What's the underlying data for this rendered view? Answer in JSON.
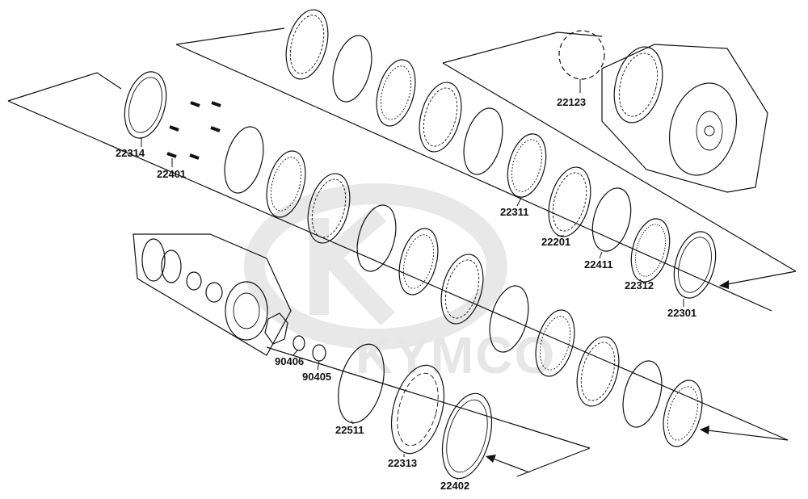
{
  "watermark": {
    "brand": "KYMCO"
  },
  "parts": [
    {
      "id": "p22123",
      "number": "22123",
      "kind": "rollers"
    },
    {
      "id": "p22314",
      "number": "22314",
      "kind": "tab-plate"
    },
    {
      "id": "p22401",
      "number": "22401",
      "kind": "pins"
    },
    {
      "id": "p22311",
      "number": "22311",
      "kind": "friction-plate"
    },
    {
      "id": "p22201",
      "number": "22201",
      "kind": "tab-plate"
    },
    {
      "id": "p22411",
      "number": "22411",
      "kind": "plain-ring"
    },
    {
      "id": "p22312",
      "number": "22312",
      "kind": "wave-plate"
    },
    {
      "id": "p22301",
      "number": "22301",
      "kind": "pressure-plate"
    },
    {
      "id": "p90406",
      "number": "90406",
      "kind": "washer"
    },
    {
      "id": "p90405",
      "number": "90405",
      "kind": "nut"
    },
    {
      "id": "p22511",
      "number": "22511",
      "kind": "snap-ring"
    },
    {
      "id": "p22313",
      "number": "22313",
      "kind": "spring-plate"
    },
    {
      "id": "p22402",
      "number": "22402",
      "kind": "plain-ring"
    }
  ],
  "colors": {
    "ink": "#111111",
    "watermark": "#e6e6e6"
  }
}
